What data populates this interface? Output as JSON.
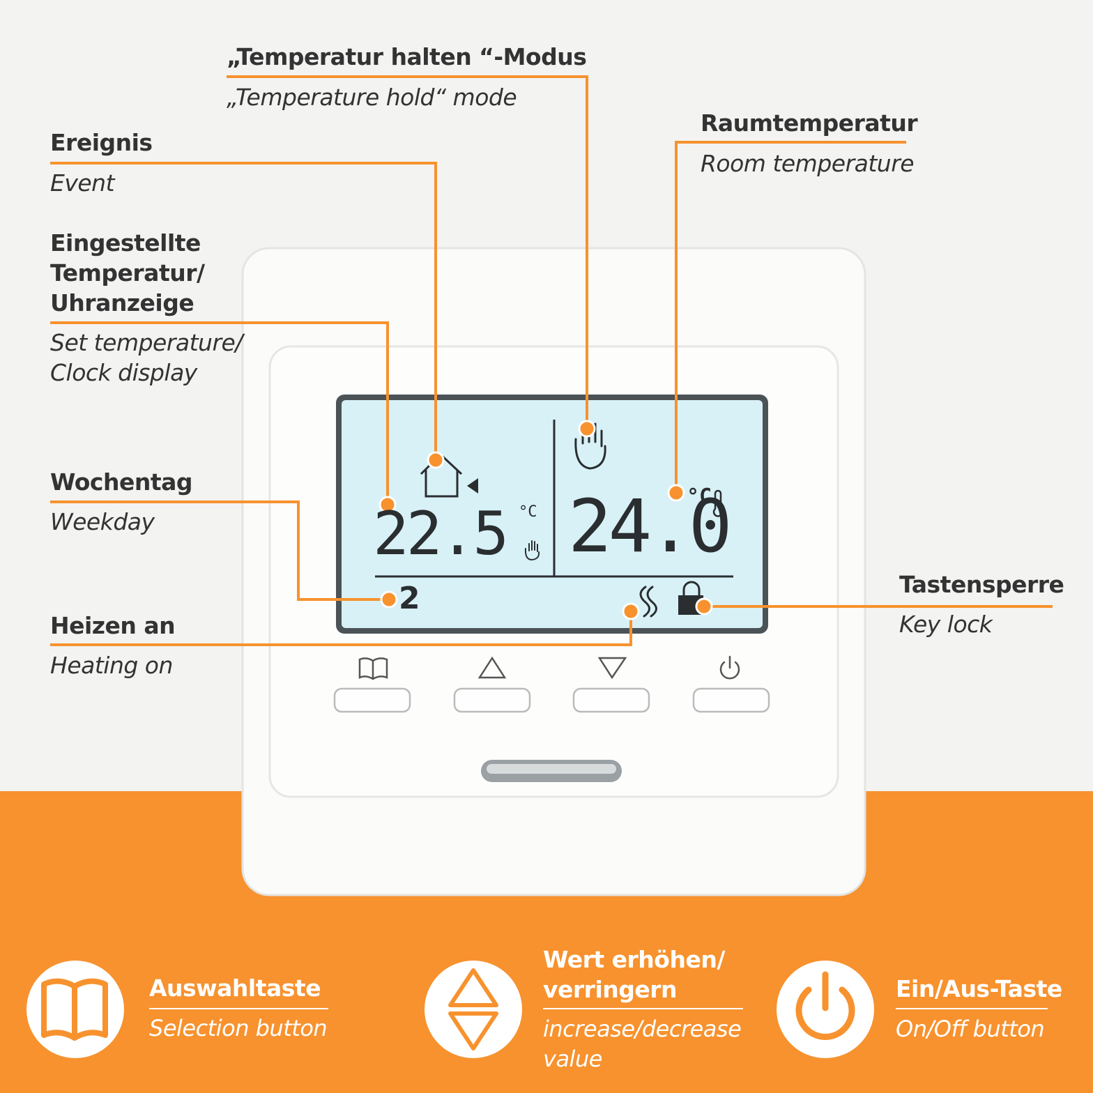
{
  "colors": {
    "accent": "#f7922e",
    "background": "#f3f3f2",
    "lcd": "#d8f1f7",
    "panel": "#fbfbfa"
  },
  "callouts": {
    "hold_mode": {
      "de": "„Temperatur halten “-Modus",
      "en": "„Temperature hold“ mode"
    },
    "event": {
      "de": "Ereignis",
      "en": "Event"
    },
    "set_temp": {
      "de": "Eingestellte\nTemperatur/\nUhranzeige",
      "en": "Set temperature/\nClock display"
    },
    "room_temp": {
      "de": "Raumtemperatur",
      "en": "Room temperature"
    },
    "weekday": {
      "de": "Wochentag",
      "en": "Weekday"
    },
    "heating": {
      "de": "Heizen an",
      "en": "Heating on"
    },
    "key_lock": {
      "de": "Tastensperre",
      "en": "Key lock"
    }
  },
  "display": {
    "set_value": "22.5",
    "room_value": "24.0",
    "unit": "°C",
    "weekday_number": "2",
    "icons": [
      "house-event-icon",
      "hand-hold-icon",
      "thermometer-icon",
      "heating-waves-icon",
      "lock-icon"
    ]
  },
  "buttons": [
    "book-icon",
    "triangle-up-icon",
    "triangle-down-icon",
    "power-icon"
  ],
  "footer": {
    "selection": {
      "de": "Auswahltaste",
      "en": "Selection button",
      "icon": "book-icon"
    },
    "value": {
      "de": "Wert erhöhen/\nverringern",
      "en": "increase/decrease\nvalue",
      "icon": "up-down-arrows-icon"
    },
    "onoff": {
      "de": "Ein/Aus-Taste",
      "en": "On/Off button",
      "icon": "power-icon"
    }
  }
}
